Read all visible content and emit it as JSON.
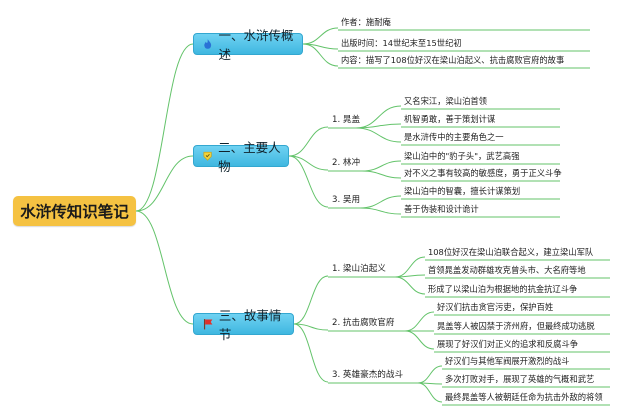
{
  "root": {
    "label": "水浒传知识笔记"
  },
  "sections": [
    {
      "label": "一、水浒传概述",
      "icon": "flame-icon",
      "items": [
        {
          "label": "作者：施耐庵"
        },
        {
          "label": "出版时间：14世纪末至15世纪初"
        },
        {
          "label": "内容：描写了108位好汉在梁山泊起义、抗击腐败官府的故事"
        }
      ]
    },
    {
      "label": "二、主要人物",
      "icon": "badge-icon",
      "subs": [
        {
          "label": "1. 晁盖",
          "items": [
            "又名宋江，梁山泊首领",
            "机智勇敢，善于策划计谋",
            "是水浒传中的主要角色之一"
          ]
        },
        {
          "label": "2. 林冲",
          "items": [
            "梁山泊中的\"豹子头\"，武艺高强",
            "对不义之事有较高的敏感度，勇于正义斗争"
          ]
        },
        {
          "label": "3. 吴用",
          "items": [
            "梁山泊中的智囊，擅长计谋策划",
            "善于伪装和设计诡计"
          ]
        }
      ]
    },
    {
      "label": "三、故事情节",
      "icon": "flag-icon",
      "subs": [
        {
          "label": "1. 梁山泊起义",
          "items": [
            "108位好汉在梁山泊联合起义，建立梁山军队",
            "首领晁盖发动群雄攻克曾头市、大名府等地",
            "形成了以梁山泊为根据地的抗金抗辽斗争"
          ]
        },
        {
          "label": "2. 抗击腐败官府",
          "items": [
            "好汉们抗击贪官污吏，保护百姓",
            "晁盖等人被囚禁于济州府，但最终成功逃脱",
            "展现了好汉们对正义的追求和反腐斗争"
          ]
        },
        {
          "label": "3. 英雄豪杰的战斗",
          "items": [
            "好汉们与其他军阀展开激烈的战斗",
            "多次打败对手，展现了英雄的气概和武艺",
            "最终晁盖等人被朝廷任命为抗击外敌的将领"
          ]
        }
      ]
    }
  ],
  "colors": {
    "root_fill": "#f5c242",
    "section_fill": "#4cc0e6",
    "edge": "#63c36a"
  }
}
